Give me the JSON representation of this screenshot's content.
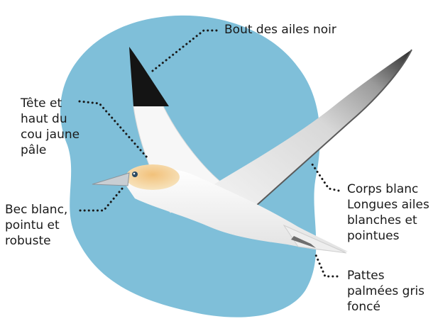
{
  "colors": {
    "blob": "#7fbfd9",
    "head": "#f0c987",
    "wingtip": "#141414",
    "body": "#ffffff",
    "feet": "#6e6e6e",
    "leader": "#1a1a1a"
  },
  "labels": {
    "wing_tips": [
      "Bout des ailes noir"
    ],
    "head": [
      "Tête et",
      "haut du",
      "cou jaune",
      "pâle"
    ],
    "beak": [
      "Bec blanc,",
      "pointu et",
      "robuste"
    ],
    "body_wings": [
      "Corps blanc",
      "Longues ailes",
      "blanches et",
      "pointues"
    ],
    "feet": [
      "Pattes",
      "palmées gris",
      "foncé"
    ]
  }
}
